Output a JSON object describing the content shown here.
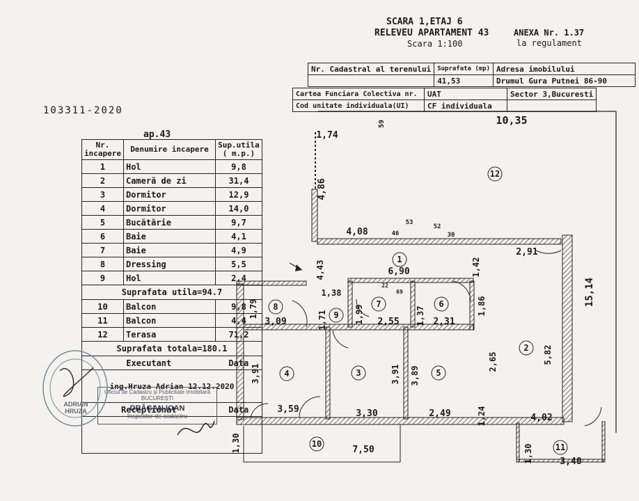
{
  "header": {
    "annex": "ANEXA Nr. 1.37",
    "annex_sub": "la regulament",
    "line1": "SCARA 1,ETAJ 6",
    "line2": "RELEVEU APARTAMENT 43",
    "scale": "Scara 1:100"
  },
  "cadastral": {
    "col_cadastral": "Nr. Cadastral al terenului",
    "col_area": "Suprafata (mp)",
    "col_address": "Adresa imobilului",
    "area_value": "41,53",
    "address_value": "Drumul Gura Putnei 86-90",
    "carte_funciara": "Cartea Funciara Colectiva nr.",
    "uat_label": "UAT",
    "uat_value": "Sector 3,Bucuresti",
    "cod_unitate": "Cod unitate individuala(UI)",
    "cf_individuala": "CF individuala"
  },
  "handwritten_id": "103311-2020",
  "rooms_table": {
    "apartment": "ap.43",
    "col_nr": "Nr. incapere",
    "col_name": "Denumire incapere",
    "col_area": "Sup.utila ( m.p.)",
    "rows": [
      {
        "nr": "1",
        "name": "Hol",
        "area": "9,8"
      },
      {
        "nr": "2",
        "name": "Cameră de zi",
        "area": "31,4"
      },
      {
        "nr": "3",
        "name": "Dormitor",
        "area": "12,9"
      },
      {
        "nr": "4",
        "name": "Dormitor",
        "area": "14,0"
      },
      {
        "nr": "5",
        "name": "Bucătărie",
        "area": "9,7"
      },
      {
        "nr": "6",
        "name": "Baie",
        "area": "4,1"
      },
      {
        "nr": "7",
        "name": "Baie",
        "area": "4,9"
      },
      {
        "nr": "8",
        "name": "Dressing",
        "area": "5,5"
      },
      {
        "nr": "9",
        "name": "Hol",
        "area": "2,4"
      }
    ],
    "useful_total": "Suprafata utila=94.7",
    "extra_rows": [
      {
        "nr": "10",
        "name": "Balcon",
        "area": "9,8"
      },
      {
        "nr": "11",
        "name": "Balcon",
        "area": "4,4"
      },
      {
        "nr": "12",
        "name": "Terasa",
        "area": "71,2"
      }
    ],
    "grand_total": "Suprafata totala=180.1",
    "executant_label": "Executant",
    "executant_date_label": "Data",
    "executant_value": "ing.Hruza  Adrian  12.12.2020",
    "receptionat_label": "Receptionat",
    "receptionat_date_label": "Data",
    "office_line": "Oficiul de Cadastru și Publicitate Imobiliară BUCUREȘTI",
    "inspector_name": "DRĂGAN IOAN",
    "inspector_title": "Inspector de cadastru"
  },
  "stamp": {
    "name": "ADRIAN HRUZA"
  },
  "plan": {
    "dims": [
      "10,35",
      "59",
      "1,74",
      "4,86",
      "4,08",
      "46",
      "53",
      "52",
      "30",
      "2,91",
      "1,42",
      "6,90",
      "4,43",
      "1,38",
      "22",
      "69",
      "1,79",
      "1,71",
      "1,99",
      "1,37",
      "1,86",
      "3,09",
      "2,55",
      "2,31",
      "15,14",
      "2,65",
      "5,82",
      "3,91",
      "3,91",
      "3,89",
      "3,59",
      "3,30",
      "2,49",
      "1,24",
      "4,02",
      "1,30",
      "7,50",
      "1,30",
      "3,40"
    ],
    "room_numbers": [
      "1",
      "2",
      "3",
      "4",
      "5",
      "6",
      "7",
      "8",
      "9",
      "10",
      "11",
      "12"
    ]
  },
  "colors": {
    "ink": "#1a1a1a",
    "paper": "#f3f2ee",
    "stamp": "#556677"
  }
}
